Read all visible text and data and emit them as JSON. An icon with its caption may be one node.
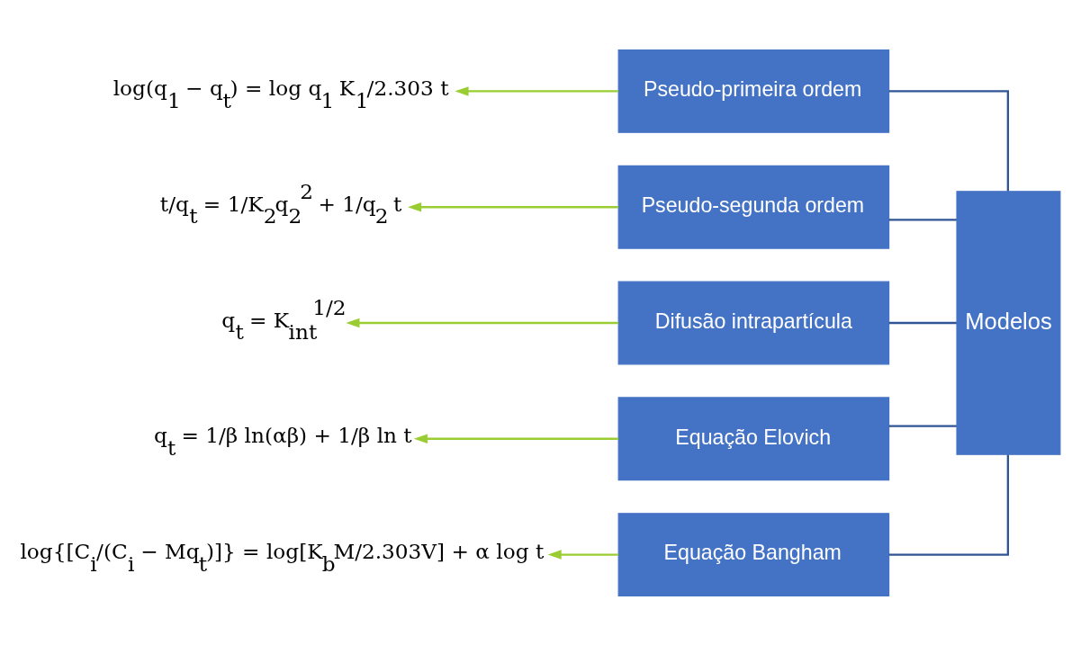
{
  "diagram": {
    "nodes": [
      {
        "text": [
          "log(q$_{1}$ − q$_{t}$) = log q$_{1}$ K$_{1}$/2.303 t"
        ]
      },
      {
        "text": [
          "Pseudo-primeira ordem"
        ]
      },
      {
        "text": [
          "t/q$_{t}$ = 1/K$_{2}$q$_{2}$$^{2}$ + 1/q$_{2}$ t"
        ]
      },
      {
        "text": [
          "Pseudo-segunda ordem"
        ]
      },
      {
        "text": [
          "q$_{t}$ = K$_{int}$$^{1/2}$"
        ]
      },
      {
        "text": [
          "Difusão intrapartícula"
        ]
      },
      {
        "text": [
          "q$_{t}$ = 1/β ln(αβ) + 1/β ln t"
        ]
      },
      {
        "text": [
          "Equação Elovich"
        ]
      },
      {
        "text": [
          "log{[C$_{i}$/(C$_{i}$ − Mq$_{t}$)]} = log[K$_{b}$M/2.303V] + α log t"
        ]
      },
      {
        "text": [
          "Equação Bangham"
        ]
      },
      {
        "text": [
          "Modelos"
        ]
      }
    ],
    "edges": [
      {
        "from": 10,
        "to": 1,
        "arrow": "none",
        "color": "#2f5597"
      },
      {
        "from": 10,
        "to": 3,
        "arrow": "none",
        "color": "#2f5597"
      },
      {
        "from": 10,
        "to": 5,
        "arrow": "none",
        "color": "#2f5597"
      },
      {
        "from": 10,
        "to": 7,
        "arrow": "none",
        "color": "#2f5597"
      },
      {
        "from": 10,
        "to": 9,
        "arrow": "none",
        "color": "#2f5597"
      },
      {
        "from": 1,
        "to": 0,
        "arrow": "to",
        "color": "#9acd32"
      },
      {
        "from": 3,
        "to": 2,
        "arrow": "to",
        "color": "#9acd32"
      },
      {
        "from": 5,
        "to": 4,
        "arrow": "to",
        "color": "#9acd32"
      },
      {
        "from": 7,
        "to": 6,
        "arrow": "to",
        "color": "#9acd32"
      },
      {
        "from": 9,
        "to": 8,
        "arrow": "to",
        "color": "#9acd32"
      }
    ]
  }
}
